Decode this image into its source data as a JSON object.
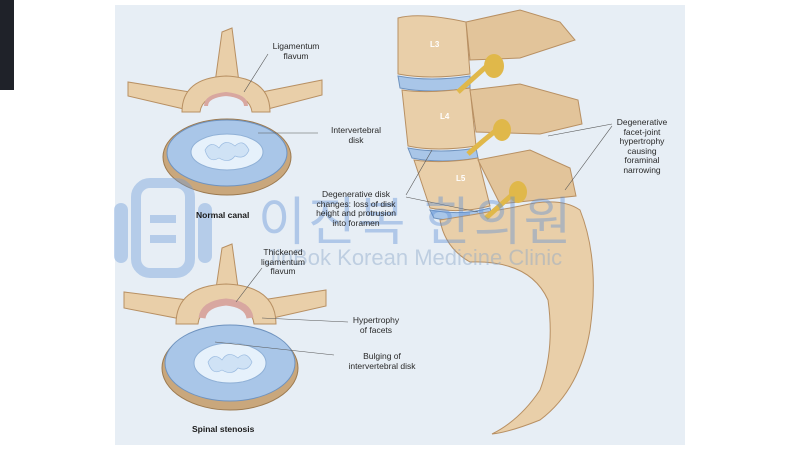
{
  "vertebra_labels": [
    "L3",
    "L4",
    "L5"
  ],
  "normal": {
    "caption": "Normal canal",
    "ligamentum_label": "Ligamentum\nflavum",
    "disk_label": "Intervertebral\ndisk"
  },
  "stenosis": {
    "caption": "Spinal stenosis",
    "ligamentum_label": "Thickened\nligamentum\nflavum",
    "facets_label": "Hypertrophy\nof facets",
    "bulging_label": "Bulging of\nintervertebral disk"
  },
  "lateral": {
    "disk_changes_label": "Degenerative disk\nchanges: loss of disk\nheight and protrusion\ninto foramen",
    "facet_label": "Degenerative\nfacet-joint\nhypertrophy\ncausing\nforaminal\nnarrowing"
  },
  "watermark": {
    "title": "이진복 한의원",
    "subtitle": "JinBok Korean Medicine Clinic"
  },
  "colors": {
    "bone": "#e9cfa9",
    "bone_shade": "#c9a77c",
    "disk": "#a9c6e8",
    "nerve": "#e0b84a",
    "background": "#e7eef5"
  }
}
